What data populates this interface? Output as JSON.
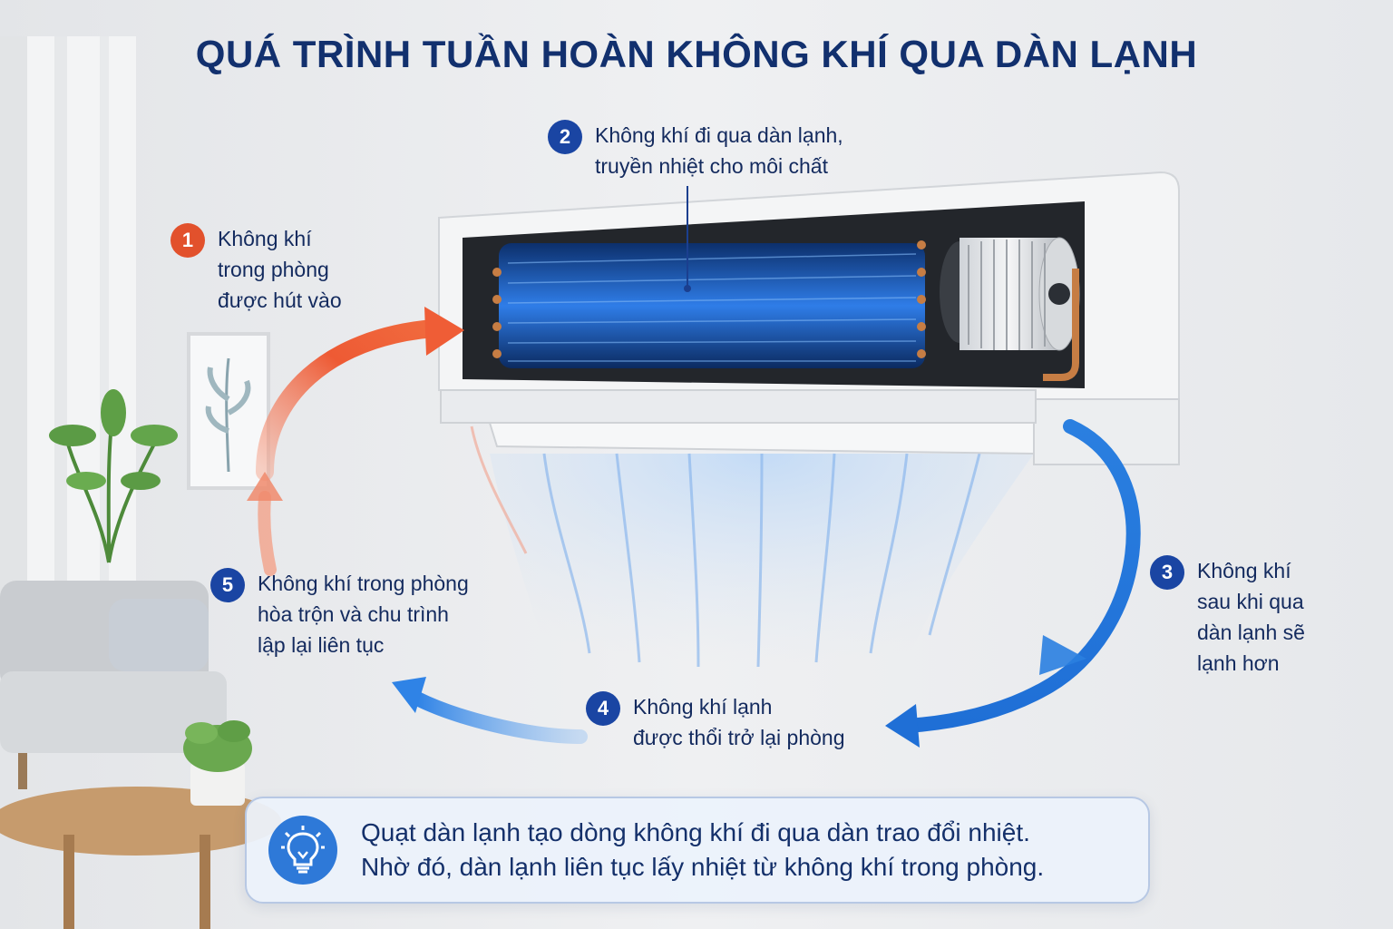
{
  "title": "QUÁ TRÌNH TUẦN HOÀN KHÔNG KHÍ QUA DÀN LẠNH",
  "colors": {
    "title": "#12306e",
    "warm_air": "#e2512c",
    "cool_air": "#2a7fe0",
    "badge_blue": "#1a45a3"
  },
  "steps": [
    {
      "number": "1",
      "text": "Không khí\ntrong phòng\nđược hút vào",
      "badge_color": "red"
    },
    {
      "number": "2",
      "text": "Không khí đi qua dàn lạnh,\ntruyền nhiệt cho môi chất",
      "badge_color": "blue"
    },
    {
      "number": "3",
      "text": "Không khí\nsau khi qua\ndàn lạnh sẽ\nlạnh hơn",
      "badge_color": "blue"
    },
    {
      "number": "4",
      "text": "Không khí lạnh\nđược thổi trở lại phòng",
      "badge_color": "blue"
    },
    {
      "number": "5",
      "text": "Không khí trong phòng\nhòa trộn và chu trình\nlập lại liên tục",
      "badge_color": "blue"
    }
  ],
  "info": {
    "icon": "lightbulb-icon",
    "line1": "Quạt dàn lạnh tạo dòng không khí đi qua dàn trao đổi nhiệt.",
    "line2": "Nhờ đó, dàn lạnh liên tục lấy nhiệt từ không khí trong phòng."
  }
}
